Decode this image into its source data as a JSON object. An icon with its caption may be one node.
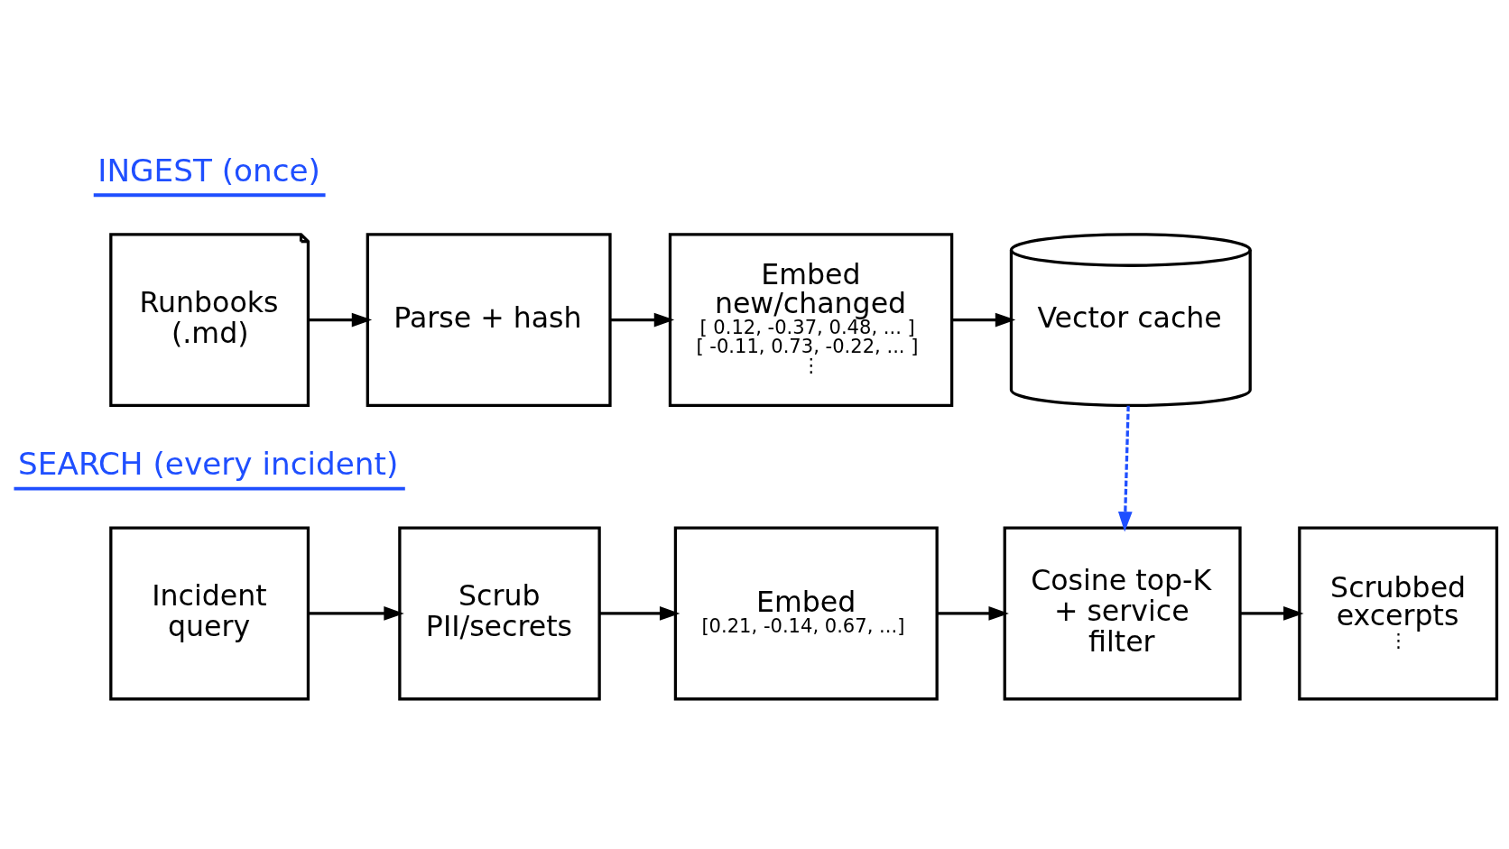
{
  "diagram": {
    "nodes": [
      {
        "text": [
          "Runbooks (.md)"
        ]
      },
      {
        "text": [
          "Parse + hash"
        ]
      },
      {
        "text": [
          "Embed new/changed",
          "[ 0.12, -0.37, 0.48, ... ]",
          "[ -0.11, 0.73, -0.22, ... ]",
          "⋮"
        ]
      },
      {
        "text": [
          "Vector cache"
        ]
      },
      {
        "text": [
          "Incident query"
        ]
      },
      {
        "text": [
          "Scrub PII/secrets"
        ]
      },
      {
        "text": [
          "Embed",
          "[0.21, -0.14, 0.67, ...]"
        ]
      },
      {
        "text": [
          "Cosine top-K + service filter"
        ]
      },
      {
        "text": [
          "Scrubbed excerpts",
          "⋮"
        ]
      }
    ],
    "edges": [
      {
        "from": 0,
        "to": 1,
        "arrow": "to"
      },
      {
        "from": 1,
        "to": 2,
        "arrow": "to"
      },
      {
        "from": 2,
        "to": 3,
        "arrow": "to"
      },
      {
        "from": 3,
        "to": 7,
        "arrow": "to",
        "style": "dashed",
        "color": "#1f4fff"
      },
      {
        "from": 4,
        "to": 5,
        "arrow": "to"
      },
      {
        "from": 5,
        "to": 6,
        "arrow": "to"
      },
      {
        "from": 6,
        "to": 7,
        "arrow": "to"
      },
      {
        "from": 7,
        "to": 8,
        "arrow": "to"
      }
    ],
    "labels": [
      "INGEST (once)",
      "SEARCH (every incident)"
    ]
  }
}
